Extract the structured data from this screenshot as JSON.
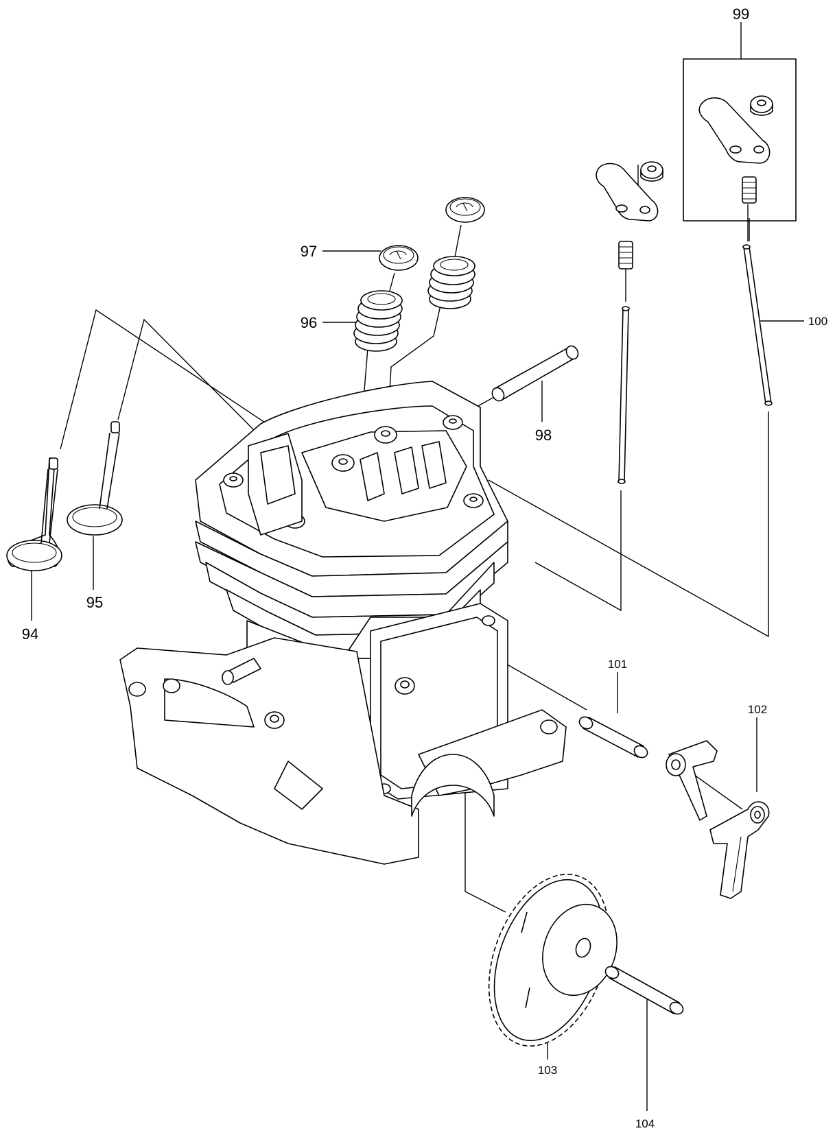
{
  "labels": {
    "p94": "94",
    "p95": "95",
    "p96": "96",
    "p97": "97",
    "p98": "98",
    "p99": "99",
    "p100": "100",
    "p101": "101",
    "p102": "102",
    "p103": "103",
    "p104": "104"
  }
}
